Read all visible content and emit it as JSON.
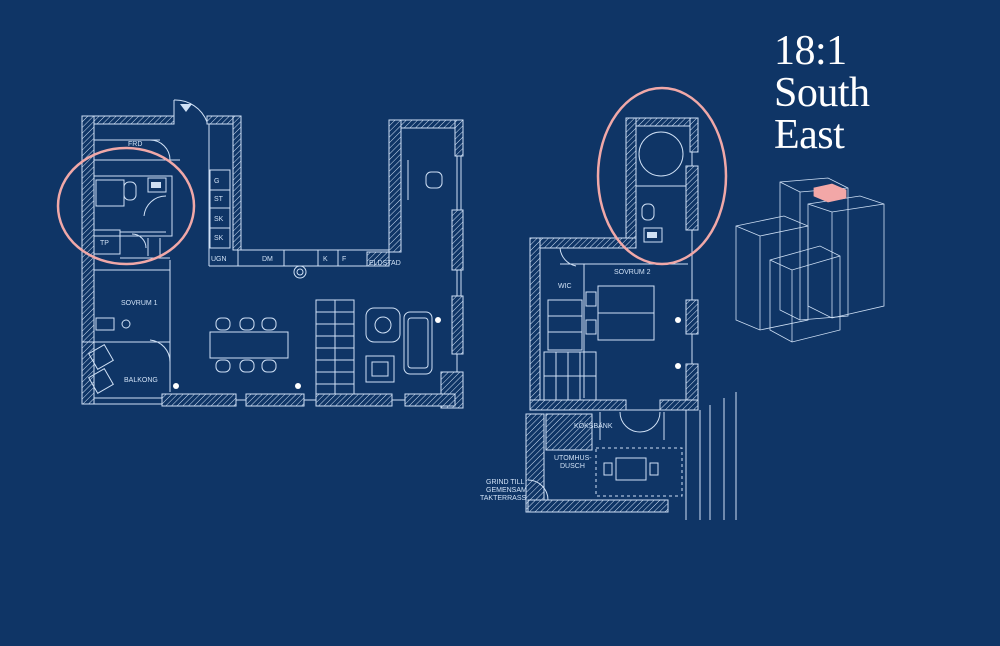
{
  "title": {
    "line1": "18:1",
    "line2": "South",
    "line3": "East"
  },
  "colors": {
    "background": "#0f3566",
    "lines": "#cfe0f5",
    "highlight_circle": "#f0a8a8",
    "model_highlight": "#f2a7a7"
  },
  "floor_1": {
    "labels": {
      "frd": "FRD",
      "g": "G",
      "st": "ST",
      "sk1": "SK",
      "sk2": "SK",
      "ugn": "UGN",
      "dm": "DM",
      "k": "K",
      "f": "F",
      "eldstad": "ELDSTAD",
      "tp": "TP",
      "sovrum1": "SOVRUM 1",
      "balkong": "BALKONG"
    }
  },
  "floor_2": {
    "labels": {
      "sovrum2": "SOVRUM 2",
      "wic": "WIC",
      "koksbank": "KÖKSBÄNK",
      "utomhus_line1": "UTOMHUS-",
      "utomhus_line2": "DUSCH",
      "grind_line1": "GRIND TILL",
      "grind_line2": "GEMENSAM",
      "grind_line3": "TAKTERRASS"
    }
  }
}
